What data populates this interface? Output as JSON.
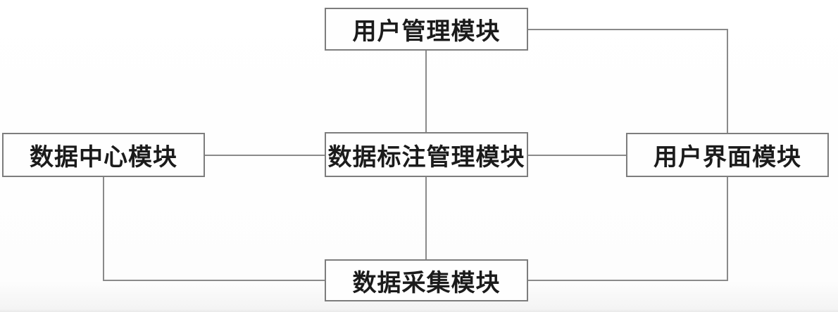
{
  "diagram": {
    "title": "module block diagram",
    "nodes": {
      "user_management": {
        "label": "用户管理模块"
      },
      "data_center": {
        "label": "数据中心模块"
      },
      "annotation_management": {
        "label": "数据标注管理模块"
      },
      "user_interface": {
        "label": "用户界面模块"
      },
      "data_collection": {
        "label": "数据采集模块"
      }
    },
    "edges": [
      {
        "from": "用户管理模块",
        "to": "数据标注管理模块",
        "route": "straight-vertical"
      },
      {
        "from": "用户管理模块",
        "to": "用户界面模块",
        "route": "elbow-top-right"
      },
      {
        "from": "数据中心模块",
        "to": "数据标注管理模块",
        "route": "straight-horizontal"
      },
      {
        "from": "数据标注管理模块",
        "to": "用户界面模块",
        "route": "straight-horizontal"
      },
      {
        "from": "数据标注管理模块",
        "to": "数据采集模块",
        "route": "straight-vertical"
      },
      {
        "from": "数据中心模块",
        "to": "数据采集模块",
        "route": "elbow-bottom-left"
      },
      {
        "from": "用户界面模块",
        "to": "数据采集模块",
        "route": "elbow-bottom-right"
      }
    ],
    "colors": {
      "line": "#8a8a8a",
      "box_border": "#7d7d7d",
      "text": "#1b1b1b",
      "background": "#fefefe"
    }
  }
}
